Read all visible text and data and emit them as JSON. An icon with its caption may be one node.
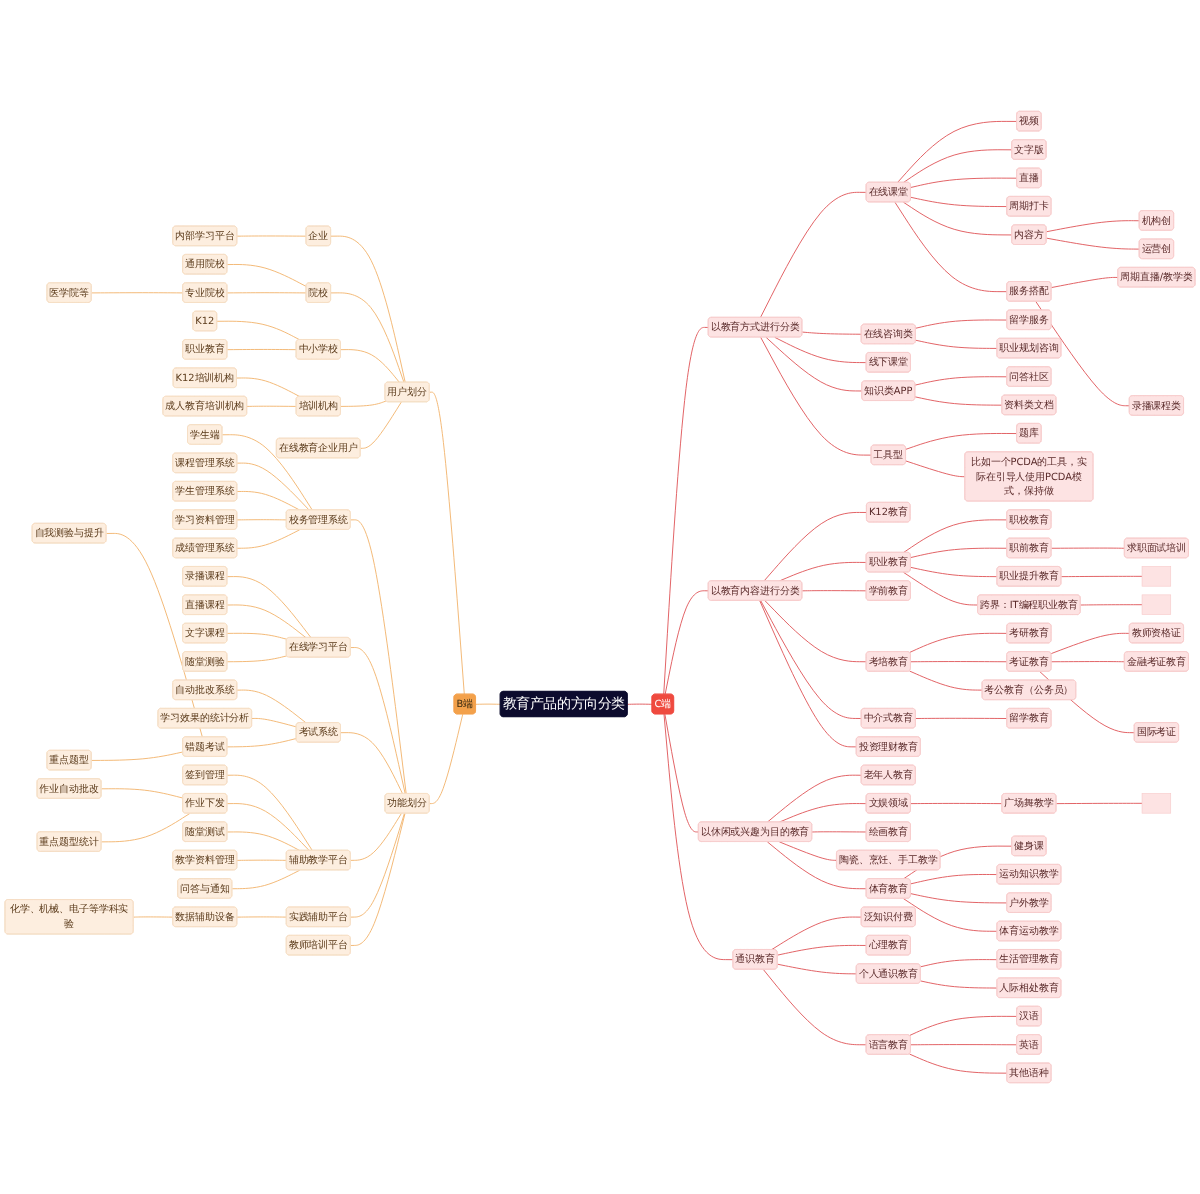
{
  "diagram": {
    "nodes": [
      {
        "text": [
          "教育产品的方向分类"
        ]
      },
      {
        "text": [
          "C端"
        ]
      },
      {
        "text": [
          "以教育方式进行分类"
        ]
      },
      {
        "text": [
          "在线课堂"
        ]
      },
      {
        "text": [
          "视频"
        ]
      },
      {
        "text": [
          "文字版"
        ]
      },
      {
        "text": [
          "直播"
        ]
      },
      {
        "text": [
          "周期打卡"
        ]
      },
      {
        "text": [
          "内容方"
        ]
      },
      {
        "text": [
          "机构创"
        ]
      },
      {
        "text": [
          "运营创"
        ]
      },
      {
        "text": [
          "服务搭配"
        ]
      },
      {
        "text": [
          "周期直播/教学类"
        ]
      },
      {
        "text": [
          "录播课程类"
        ]
      },
      {
        "text": [
          "在线咨询类"
        ]
      },
      {
        "text": [
          "留学服务"
        ]
      },
      {
        "text": [
          "职业规划咨询"
        ]
      },
      {
        "text": [
          "线下课堂"
        ]
      },
      {
        "text": [
          "知识类APP"
        ]
      },
      {
        "text": [
          "问答社区"
        ]
      },
      {
        "text": [
          "资料类文档"
        ]
      },
      {
        "text": [
          "工具型"
        ]
      },
      {
        "text": [
          "题库"
        ]
      },
      {
        "text": [
          "比如一个PCDA的工具，实际在引导人使用PCDA模式，保持做"
        ]
      },
      {
        "text": [
          "以教育内容进行分类"
        ]
      },
      {
        "text": [
          "K12教育"
        ]
      },
      {
        "text": [
          "职业教育"
        ]
      },
      {
        "text": [
          "职校教育"
        ]
      },
      {
        "text": [
          "职前教育"
        ]
      },
      {
        "text": [
          "求职面试培训"
        ]
      },
      {
        "text": [
          "职业提升教育"
        ]
      },
      {
        "text": [],
        "shape": "box"
      },
      {
        "text": [
          "跨界：IT编程职业教育"
        ]
      },
      {
        "text": [],
        "shape": "box"
      },
      {
        "text": [
          "学前教育"
        ]
      },
      {
        "text": [
          "考培教育"
        ]
      },
      {
        "text": [
          "考研教育"
        ]
      },
      {
        "text": [
          "考证教育"
        ]
      },
      {
        "text": [
          "教师资格证"
        ]
      },
      {
        "text": [
          "金融考证教育"
        ]
      },
      {
        "text": [
          "国际考证"
        ]
      },
      {
        "text": [
          "考公教育（公务员）"
        ]
      },
      {
        "text": [
          "中介式教育"
        ]
      },
      {
        "text": [
          "留学教育"
        ]
      },
      {
        "text": [
          "投资理财教育"
        ]
      },
      {
        "text": [
          "以休闲或兴趣为目的教育"
        ]
      },
      {
        "text": [
          "老年人教育"
        ]
      },
      {
        "text": [
          "文娱领域"
        ]
      },
      {
        "text": [
          "广场舞教学"
        ]
      },
      {
        "text": [],
        "shape": "box"
      },
      {
        "text": [
          "绘画教育"
        ]
      },
      {
        "text": [
          "陶瓷、烹饪、手工教学"
        ]
      },
      {
        "text": [
          "体育教育"
        ]
      },
      {
        "text": [
          "健身课"
        ]
      },
      {
        "text": [
          "运动知识教学"
        ]
      },
      {
        "text": [
          "户外教学"
        ]
      },
      {
        "text": [
          "体育运动教学"
        ]
      },
      {
        "text": [
          "通识教育"
        ]
      },
      {
        "text": [
          "泛知识付费"
        ]
      },
      {
        "text": [
          "心理教育"
        ]
      },
      {
        "text": [
          "个人通识教育"
        ]
      },
      {
        "text": [
          "生活管理教育"
        ]
      },
      {
        "text": [
          "人际相处教育"
        ]
      },
      {
        "text": [
          "语言教育"
        ]
      },
      {
        "text": [
          "汉语"
        ]
      },
      {
        "text": [
          "英语"
        ]
      },
      {
        "text": [
          "其他语种"
        ]
      },
      {
        "text": [
          "B端"
        ]
      },
      {
        "text": [
          "用户划分"
        ]
      },
      {
        "text": [
          "企业"
        ]
      },
      {
        "text": [
          "内部学习平台"
        ]
      },
      {
        "text": [
          "院校"
        ]
      },
      {
        "text": [
          "通用院校"
        ]
      },
      {
        "text": [
          "专业院校"
        ]
      },
      {
        "text": [
          "医学院等"
        ]
      },
      {
        "text": [
          "中小学校"
        ]
      },
      {
        "text": [
          "K12"
        ]
      },
      {
        "text": [
          "职业教育"
        ]
      },
      {
        "text": [
          "培训机构"
        ]
      },
      {
        "text": [
          "K12培训机构"
        ]
      },
      {
        "text": [
          "成人教育培训机构"
        ]
      },
      {
        "text": [
          "在线教育企业用户"
        ]
      },
      {
        "text": [
          "功能划分"
        ]
      },
      {
        "text": [
          "校务管理系统"
        ]
      },
      {
        "text": [
          "学生端"
        ]
      },
      {
        "text": [
          "课程管理系统"
        ]
      },
      {
        "text": [
          "学生管理系统"
        ]
      },
      {
        "text": [
          "学习资料管理"
        ]
      },
      {
        "text": [
          "成绩管理系统"
        ]
      },
      {
        "text": [
          "在线学习平台"
        ]
      },
      {
        "text": [
          "录播课程"
        ]
      },
      {
        "text": [
          "直播课程"
        ]
      },
      {
        "text": [
          "文字课程"
        ]
      },
      {
        "text": [
          "随堂测验"
        ]
      },
      {
        "text": [
          "考试系统"
        ]
      },
      {
        "text": [
          "自动批改系统"
        ]
      },
      {
        "text": [
          "学习效果的统计分析"
        ]
      },
      {
        "text": [
          "错题考试"
        ]
      },
      {
        "text": [
          "自我测验与提升"
        ]
      },
      {
        "text": [
          "重点题型"
        ]
      },
      {
        "text": [
          "辅助教学平台"
        ]
      },
      {
        "text": [
          "签到管理"
        ]
      },
      {
        "text": [
          "作业下发"
        ]
      },
      {
        "text": [
          "作业自动批改"
        ]
      },
      {
        "text": [
          "重点题型统计"
        ]
      },
      {
        "text": [
          "随堂测试"
        ]
      },
      {
        "text": [
          "教学资料管理"
        ]
      },
      {
        "text": [
          "问答与通知"
        ]
      },
      {
        "text": [
          "实践辅助平台"
        ]
      },
      {
        "text": [
          "数据辅助设备"
        ]
      },
      {
        "text": [
          "化学、机械、电子等学科实验"
        ]
      },
      {
        "text": [
          "教师培训平台"
        ]
      }
    ],
    "edges": [
      {
        "from": 0,
        "to": 1,
        "arrow": "none"
      },
      {
        "from": 1,
        "to": 2,
        "arrow": "none"
      },
      {
        "from": 2,
        "to": 3,
        "arrow": "none"
      },
      {
        "from": 3,
        "to": 4,
        "arrow": "none"
      },
      {
        "from": 3,
        "to": 5,
        "arrow": "none"
      },
      {
        "from": 3,
        "to": 6,
        "arrow": "none"
      },
      {
        "from": 3,
        "to": 7,
        "arrow": "none"
      },
      {
        "from": 3,
        "to": 8,
        "arrow": "none"
      },
      {
        "from": 8,
        "to": 9,
        "arrow": "none"
      },
      {
        "from": 8,
        "to": 10,
        "arrow": "none"
      },
      {
        "from": 3,
        "to": 11,
        "arrow": "none"
      },
      {
        "from": 11,
        "to": 12,
        "arrow": "none"
      },
      {
        "from": 11,
        "to": 13,
        "arrow": "none"
      },
      {
        "from": 2,
        "to": 14,
        "arrow": "none"
      },
      {
        "from": 14,
        "to": 15,
        "arrow": "none"
      },
      {
        "from": 14,
        "to": 16,
        "arrow": "none"
      },
      {
        "from": 2,
        "to": 17,
        "arrow": "none"
      },
      {
        "from": 2,
        "to": 18,
        "arrow": "none"
      },
      {
        "from": 18,
        "to": 19,
        "arrow": "none"
      },
      {
        "from": 18,
        "to": 20,
        "arrow": "none"
      },
      {
        "from": 2,
        "to": 21,
        "arrow": "none"
      },
      {
        "from": 21,
        "to": 22,
        "arrow": "none"
      },
      {
        "from": 21,
        "to": 23,
        "arrow": "none"
      },
      {
        "from": 1,
        "to": 24,
        "arrow": "none"
      },
      {
        "from": 24,
        "to": 25,
        "arrow": "none"
      },
      {
        "from": 24,
        "to": 26,
        "arrow": "none"
      },
      {
        "from": 26,
        "to": 27,
        "arrow": "none"
      },
      {
        "from": 26,
        "to": 28,
        "arrow": "none"
      },
      {
        "from": 28,
        "to": 29,
        "arrow": "none"
      },
      {
        "from": 26,
        "to": 30,
        "arrow": "none"
      },
      {
        "from": 30,
        "to": 31,
        "arrow": "none"
      },
      {
        "from": 26,
        "to": 32,
        "arrow": "none"
      },
      {
        "from": 32,
        "to": 33,
        "arrow": "none"
      },
      {
        "from": 24,
        "to": 34,
        "arrow": "none"
      },
      {
        "from": 24,
        "to": 35,
        "arrow": "none"
      },
      {
        "from": 35,
        "to": 36,
        "arrow": "none"
      },
      {
        "from": 35,
        "to": 37,
        "arrow": "none"
      },
      {
        "from": 37,
        "to": 38,
        "arrow": "none"
      },
      {
        "from": 37,
        "to": 39,
        "arrow": "none"
      },
      {
        "from": 37,
        "to": 40,
        "arrow": "none"
      },
      {
        "from": 35,
        "to": 41,
        "arrow": "none"
      },
      {
        "from": 24,
        "to": 42,
        "arrow": "none"
      },
      {
        "from": 42,
        "to": 43,
        "arrow": "none"
      },
      {
        "from": 24,
        "to": 44,
        "arrow": "none"
      },
      {
        "from": 1,
        "to": 45,
        "arrow": "none"
      },
      {
        "from": 45,
        "to": 46,
        "arrow": "none"
      },
      {
        "from": 45,
        "to": 47,
        "arrow": "none"
      },
      {
        "from": 47,
        "to": 48,
        "arrow": "none"
      },
      {
        "from": 48,
        "to": 49,
        "arrow": "none"
      },
      {
        "from": 45,
        "to": 50,
        "arrow": "none"
      },
      {
        "from": 45,
        "to": 51,
        "arrow": "none"
      },
      {
        "from": 45,
        "to": 52,
        "arrow": "none"
      },
      {
        "from": 52,
        "to": 53,
        "arrow": "none"
      },
      {
        "from": 52,
        "to": 54,
        "arrow": "none"
      },
      {
        "from": 52,
        "to": 55,
        "arrow": "none"
      },
      {
        "from": 52,
        "to": 56,
        "arrow": "none"
      },
      {
        "from": 1,
        "to": 57,
        "arrow": "none"
      },
      {
        "from": 57,
        "to": 58,
        "arrow": "none"
      },
      {
        "from": 57,
        "to": 59,
        "arrow": "none"
      },
      {
        "from": 57,
        "to": 60,
        "arrow": "none"
      },
      {
        "from": 60,
        "to": 61,
        "arrow": "none"
      },
      {
        "from": 60,
        "to": 62,
        "arrow": "none"
      },
      {
        "from": 57,
        "to": 63,
        "arrow": "none"
      },
      {
        "from": 63,
        "to": 64,
        "arrow": "none"
      },
      {
        "from": 63,
        "to": 65,
        "arrow": "none"
      },
      {
        "from": 63,
        "to": 66,
        "arrow": "none"
      },
      {
        "from": 67,
        "to": 0,
        "arrow": "none",
        "color": "#f2b46e"
      },
      {
        "from": 68,
        "to": 67,
        "arrow": "none",
        "color": "#f2b46e"
      },
      {
        "from": 69,
        "to": 68,
        "arrow": "none",
        "color": "#f2b46e"
      },
      {
        "from": 70,
        "to": 69,
        "arrow": "none",
        "color": "#f2b46e"
      },
      {
        "from": 71,
        "to": 68,
        "arrow": "none",
        "color": "#f2b46e"
      },
      {
        "from": 72,
        "to": 71,
        "arrow": "none",
        "color": "#f2b46e"
      },
      {
        "from": 73,
        "to": 71,
        "arrow": "none",
        "color": "#f2b46e"
      },
      {
        "from": 74,
        "to": 73,
        "arrow": "none",
        "color": "#f2b46e"
      },
      {
        "from": 75,
        "to": 68,
        "arrow": "none",
        "color": "#f2b46e"
      },
      {
        "from": 76,
        "to": 75,
        "arrow": "none",
        "color": "#f2b46e"
      },
      {
        "from": 77,
        "to": 75,
        "arrow": "none",
        "color": "#f2b46e"
      },
      {
        "from": 78,
        "to": 68,
        "arrow": "none",
        "color": "#f2b46e"
      },
      {
        "from": 79,
        "to": 78,
        "arrow": "none",
        "color": "#f2b46e"
      },
      {
        "from": 80,
        "to": 78,
        "arrow": "none",
        "color": "#f2b46e"
      },
      {
        "from": 81,
        "to": 68,
        "arrow": "none",
        "color": "#f2b46e"
      },
      {
        "from": 82,
        "to": 67,
        "arrow": "none",
        "color": "#f2b46e"
      },
      {
        "from": 83,
        "to": 82,
        "arrow": "none",
        "color": "#f2b46e"
      },
      {
        "from": 84,
        "to": 83,
        "arrow": "none",
        "color": "#f2b46e"
      },
      {
        "from": 85,
        "to": 83,
        "arrow": "none",
        "color": "#f2b46e"
      },
      {
        "from": 86,
        "to": 83,
        "arrow": "none",
        "color": "#f2b46e"
      },
      {
        "from": 87,
        "to": 83,
        "arrow": "none",
        "color": "#f2b46e"
      },
      {
        "from": 88,
        "to": 83,
        "arrow": "none",
        "color": "#f2b46e"
      },
      {
        "from": 89,
        "to": 82,
        "arrow": "none",
        "color": "#f2b46e"
      },
      {
        "from": 90,
        "to": 89,
        "arrow": "none",
        "color": "#f2b46e"
      },
      {
        "from": 91,
        "to": 89,
        "arrow": "none",
        "color": "#f2b46e"
      },
      {
        "from": 92,
        "to": 89,
        "arrow": "none",
        "color": "#f2b46e"
      },
      {
        "from": 93,
        "to": 89,
        "arrow": "none",
        "color": "#f2b46e"
      },
      {
        "from": 94,
        "to": 82,
        "arrow": "none",
        "color": "#f2b46e"
      },
      {
        "from": 95,
        "to": 94,
        "arrow": "none",
        "color": "#f2b46e"
      },
      {
        "from": 96,
        "to": 94,
        "arrow": "none",
        "color": "#f2b46e"
      },
      {
        "from": 97,
        "to": 94,
        "arrow": "none",
        "color": "#f2b46e"
      },
      {
        "from": 98,
        "to": 97,
        "arrow": "none",
        "color": "#f2b46e"
      },
      {
        "from": 99,
        "to": 97,
        "arrow": "none",
        "color": "#f2b46e"
      },
      {
        "from": 100,
        "to": 82,
        "arrow": "none",
        "color": "#f2b46e"
      },
      {
        "from": 101,
        "to": 100,
        "arrow": "none",
        "color": "#f2b46e"
      },
      {
        "from": 102,
        "to": 100,
        "arrow": "none",
        "color": "#f2b46e"
      },
      {
        "from": 103,
        "to": 102,
        "arrow": "none",
        "color": "#f2b46e"
      },
      {
        "from": 104,
        "to": 102,
        "arrow": "none",
        "color": "#f2b46e"
      },
      {
        "from": 105,
        "to": 100,
        "arrow": "none",
        "color": "#f2b46e"
      },
      {
        "from": 106,
        "to": 100,
        "arrow": "none",
        "color": "#f2b46e"
      },
      {
        "from": 107,
        "to": 100,
        "arrow": "none",
        "color": "#f2b46e"
      },
      {
        "from": 108,
        "to": 82,
        "arrow": "none",
        "color": "#f2b46e"
      },
      {
        "from": 109,
        "to": 108,
        "arrow": "none",
        "color": "#f2b46e"
      },
      {
        "from": 110,
        "to": 109,
        "arrow": "none",
        "color": "#f2b46e"
      },
      {
        "from": 111,
        "to": 82,
        "arrow": "none",
        "color": "#f2b46e"
      }
    ]
  }
}
